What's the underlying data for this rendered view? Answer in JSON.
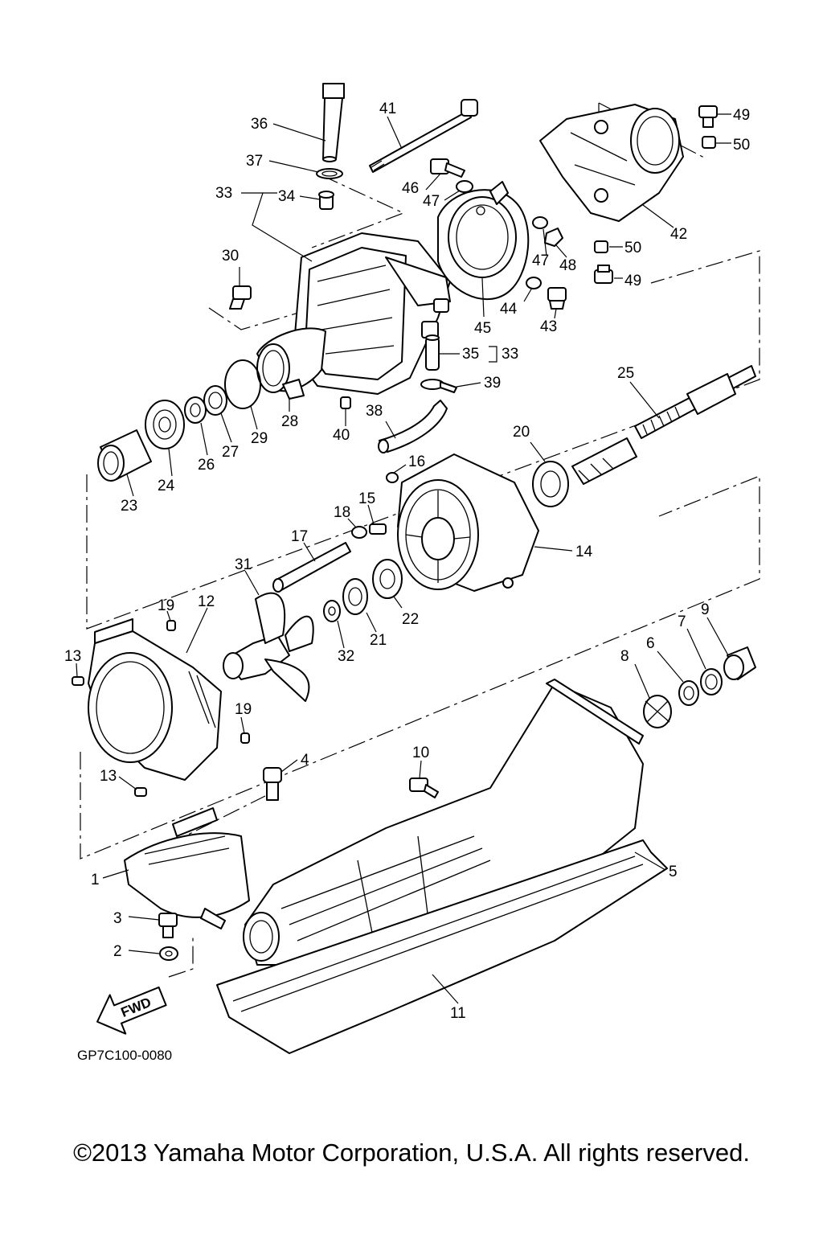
{
  "labels": [
    {
      "id": "1",
      "text": "1"
    },
    {
      "id": "2",
      "text": "2"
    },
    {
      "id": "3",
      "text": "3"
    },
    {
      "id": "4",
      "text": "4"
    },
    {
      "id": "5",
      "text": "5"
    },
    {
      "id": "6",
      "text": "6"
    },
    {
      "id": "7",
      "text": "7"
    },
    {
      "id": "8",
      "text": "8"
    },
    {
      "id": "9",
      "text": "9"
    },
    {
      "id": "10",
      "text": "10"
    },
    {
      "id": "11",
      "text": "11"
    },
    {
      "id": "12",
      "text": "12"
    },
    {
      "id": "13a",
      "text": "13"
    },
    {
      "id": "13b",
      "text": "13"
    },
    {
      "id": "14",
      "text": "14"
    },
    {
      "id": "15",
      "text": "15"
    },
    {
      "id": "16",
      "text": "16"
    },
    {
      "id": "17",
      "text": "17"
    },
    {
      "id": "18",
      "text": "18"
    },
    {
      "id": "19a",
      "text": "19"
    },
    {
      "id": "19b",
      "text": "19"
    },
    {
      "id": "20",
      "text": "20"
    },
    {
      "id": "21",
      "text": "21"
    },
    {
      "id": "22",
      "text": "22"
    },
    {
      "id": "23",
      "text": "23"
    },
    {
      "id": "24",
      "text": "24"
    },
    {
      "id": "25",
      "text": "25"
    },
    {
      "id": "26",
      "text": "26"
    },
    {
      "id": "27",
      "text": "27"
    },
    {
      "id": "28",
      "text": "28"
    },
    {
      "id": "29",
      "text": "29"
    },
    {
      "id": "30",
      "text": "30"
    },
    {
      "id": "31",
      "text": "31"
    },
    {
      "id": "32",
      "text": "32"
    },
    {
      "id": "33a",
      "text": "33"
    },
    {
      "id": "33b",
      "text": "33"
    },
    {
      "id": "34",
      "text": "34"
    },
    {
      "id": "35",
      "text": "35"
    },
    {
      "id": "36",
      "text": "36"
    },
    {
      "id": "37",
      "text": "37"
    },
    {
      "id": "38",
      "text": "38"
    },
    {
      "id": "39",
      "text": "39"
    },
    {
      "id": "40",
      "text": "40"
    },
    {
      "id": "41",
      "text": "41"
    },
    {
      "id": "42",
      "text": "42"
    },
    {
      "id": "43",
      "text": "43"
    },
    {
      "id": "44",
      "text": "44"
    },
    {
      "id": "45",
      "text": "45"
    },
    {
      "id": "46",
      "text": "46"
    },
    {
      "id": "47a",
      "text": "47"
    },
    {
      "id": "47b",
      "text": "47"
    },
    {
      "id": "48",
      "text": "48"
    },
    {
      "id": "49a",
      "text": "49"
    },
    {
      "id": "49b",
      "text": "49"
    },
    {
      "id": "50a",
      "text": "50"
    },
    {
      "id": "50b",
      "text": "50"
    }
  ],
  "fwd_arrow": "FWD",
  "diagram_code": "GP7C100-0080",
  "copyright": "©2013 Yamaha Motor Corporation, U.S.A. All rights reserved."
}
